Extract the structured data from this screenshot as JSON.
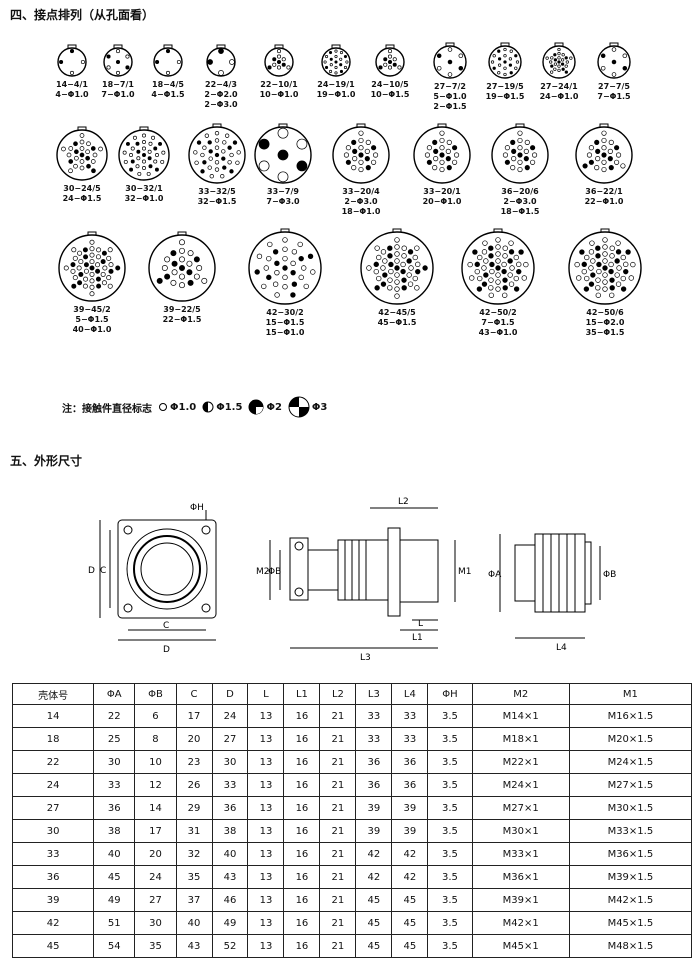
{
  "section4_title": "四、接点排列（从孔面看）",
  "section5_title": "五、外形尺寸",
  "connectors": [
    {
      "lines": [
        "14−4/1",
        "4−Φ1.0"
      ],
      "pins": 4
    },
    {
      "lines": [
        "18−7/1",
        "7−Φ1.0"
      ],
      "pins": 7
    },
    {
      "lines": [
        "18−4/5",
        "4−Φ1.5"
      ],
      "pins": 4
    },
    {
      "lines": [
        "22−4/3",
        "2−Φ2.0",
        "2−Φ3.0"
      ],
      "pins": 4
    },
    {
      "lines": [
        "22−10/1",
        "10−Φ1.0"
      ],
      "pins": 10
    },
    {
      "lines": [
        "24−19/1",
        "19−Φ1.0"
      ],
      "pins": 19
    },
    {
      "lines": [
        "24−10/5",
        "10−Φ1.5"
      ],
      "pins": 10
    },
    {
      "lines": [
        "27−7/2",
        "5−Φ1.0",
        "2−Φ1.5"
      ],
      "pins": 7
    },
    {
      "lines": [
        "27−19/5",
        "19−Φ1.5"
      ],
      "pins": 19
    },
    {
      "lines": [
        "27−24/1",
        "24−Φ1.0"
      ],
      "pins": 24
    },
    {
      "lines": [
        "27−7/5",
        "7−Φ1.5"
      ],
      "pins": 7
    },
    {
      "lines": [
        "30−24/5",
        "24−Φ1.5"
      ],
      "pins": 24
    },
    {
      "lines": [
        "30−32/1",
        "32−Φ1.0"
      ],
      "pins": 32
    },
    {
      "lines": [
        "33−32/5",
        "32−Φ1.5"
      ],
      "pins": 32
    },
    {
      "lines": [
        "33−7/9",
        "7−Φ3.0"
      ],
      "pins": 7
    },
    {
      "lines": [
        "33−20/4",
        "2−Φ3.0",
        "18−Φ1.0"
      ],
      "pins": 20
    },
    {
      "lines": [
        "33−20/1",
        "20−Φ1.0"
      ],
      "pins": 20
    },
    {
      "lines": [
        "36−20/6",
        "2−Φ3.0",
        "18−Φ1.5"
      ],
      "pins": 20
    },
    {
      "lines": [
        "36−22/1",
        "22−Φ1.0"
      ],
      "pins": 22
    },
    {
      "lines": [
        "39−45/2",
        "5−Φ1.5",
        "40−Φ1.0"
      ],
      "pins": 45
    },
    {
      "lines": [
        "39−22/5",
        "22−Φ1.5"
      ],
      "pins": 22
    },
    {
      "lines": [
        "42−30/2",
        "15−Φ1.5",
        "15−Φ1.0"
      ],
      "pins": 30
    },
    {
      "lines": [
        "42−45/5",
        "45−Φ1.5"
      ],
      "pins": 45
    },
    {
      "lines": [
        "42−50/2",
        "7−Φ1.5",
        "43−Φ1.0"
      ],
      "pins": 50
    },
    {
      "lines": [
        "42−50/6",
        "15−Φ2.0",
        "35−Φ1.5"
      ],
      "pins": 50
    }
  ],
  "note": {
    "prefix": "注：接触件直径标志",
    "items": [
      "Φ1.0",
      "Φ1.5",
      "Φ2",
      "Φ3"
    ]
  },
  "drawing_labels": {
    "front": [
      "ΦH",
      "D",
      "C",
      "C",
      "D"
    ],
    "side": [
      "L2",
      "M2",
      "ΦB",
      "M1",
      "L",
      "L1",
      "L3"
    ],
    "end": [
      "ΦA",
      "ΦB",
      "L4"
    ]
  },
  "table": {
    "headers": [
      "壳体号",
      "ΦA",
      "ΦB",
      "C",
      "D",
      "L",
      "L1",
      "L2",
      "L3",
      "L4",
      "ΦH",
      "M2",
      "M1"
    ],
    "rows": [
      [
        "14",
        "22",
        "6",
        "17",
        "24",
        "13",
        "16",
        "21",
        "33",
        "33",
        "3.5",
        "M14×1",
        "M16×1.5"
      ],
      [
        "18",
        "25",
        "8",
        "20",
        "27",
        "13",
        "16",
        "21",
        "33",
        "33",
        "3.5",
        "M18×1",
        "M20×1.5"
      ],
      [
        "22",
        "30",
        "10",
        "23",
        "30",
        "13",
        "16",
        "21",
        "36",
        "36",
        "3.5",
        "M22×1",
        "M24×1.5"
      ],
      [
        "24",
        "33",
        "12",
        "26",
        "33",
        "13",
        "16",
        "21",
        "36",
        "36",
        "3.5",
        "M24×1",
        "M27×1.5"
      ],
      [
        "27",
        "36",
        "14",
        "29",
        "36",
        "13",
        "16",
        "21",
        "39",
        "39",
        "3.5",
        "M27×1",
        "M30×1.5"
      ],
      [
        "30",
        "38",
        "17",
        "31",
        "38",
        "13",
        "16",
        "21",
        "39",
        "39",
        "3.5",
        "M30×1",
        "M33×1.5"
      ],
      [
        "33",
        "40",
        "20",
        "32",
        "40",
        "13",
        "16",
        "21",
        "42",
        "42",
        "3.5",
        "M33×1",
        "M36×1.5"
      ],
      [
        "36",
        "45",
        "24",
        "35",
        "43",
        "13",
        "16",
        "21",
        "42",
        "42",
        "3.5",
        "M36×1",
        "M39×1.5"
      ],
      [
        "39",
        "49",
        "27",
        "37",
        "46",
        "13",
        "16",
        "21",
        "45",
        "45",
        "3.5",
        "M39×1",
        "M42×1.5"
      ],
      [
        "42",
        "51",
        "30",
        "40",
        "49",
        "13",
        "16",
        "21",
        "45",
        "45",
        "3.5",
        "M42×1",
        "M45×1.5"
      ],
      [
        "45",
        "54",
        "35",
        "43",
        "52",
        "13",
        "16",
        "21",
        "45",
        "45",
        "3.5",
        "M45×1",
        "M48×1.5"
      ]
    ]
  }
}
